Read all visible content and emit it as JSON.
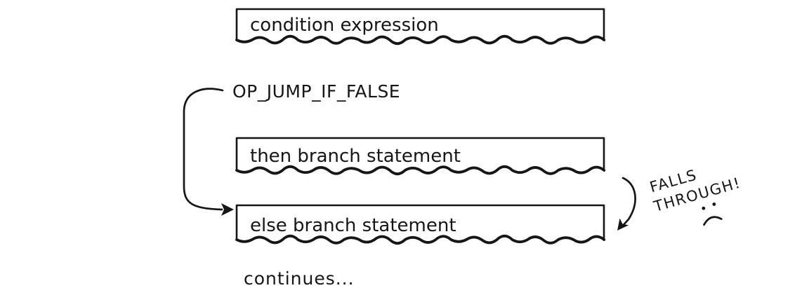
{
  "colors": {
    "ink": "#161616",
    "background": "#ffffff"
  },
  "boxes": [
    {
      "label": "condition expression"
    },
    {
      "label": "then branch statement"
    },
    {
      "label": "else branch statement"
    }
  ],
  "labels": {
    "jump": "OP_JUMP_IF_FALSE",
    "continues": "continues...",
    "falls_through_line1": "FALLS",
    "falls_through_line2": "THROUGH!"
  },
  "icons": {
    "jump_arrow": "curved-arrow-down-right",
    "fall_through_arrow": "curved-arrow-down-left",
    "sad_face": "frowning-face"
  }
}
